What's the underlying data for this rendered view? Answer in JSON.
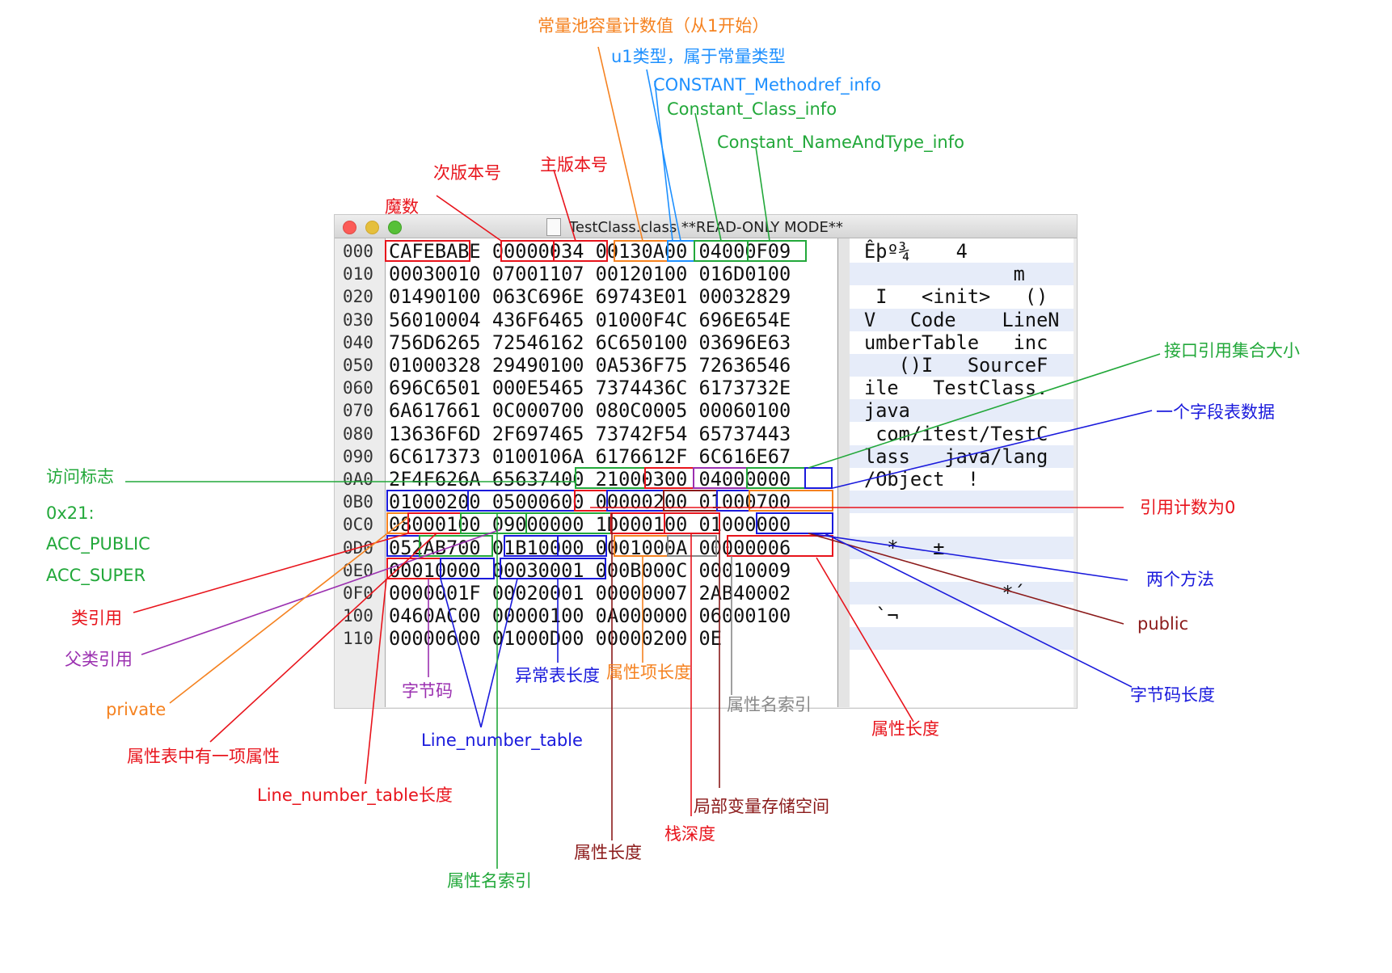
{
  "window": {
    "title": "TestClass.class **READ-ONLY MODE**"
  },
  "rows": [
    {
      "addr": "000",
      "hex": "CAFEBABE 00000034 00130A00 04000F09",
      "ascii": "Êþº¾    4"
    },
    {
      "addr": "010",
      "hex": "00030010 07001107 00120100 016D0100",
      "ascii": "             m"
    },
    {
      "addr": "020",
      "hex": "01490100 063C696E 69743E01 00032829",
      "ascii": " I   <init>   ()"
    },
    {
      "addr": "030",
      "hex": "56010004 436F6465 01000F4C 696E654E",
      "ascii": "V   Code    LineN"
    },
    {
      "addr": "040",
      "hex": "756D6265 72546162 6C650100 03696E63",
      "ascii": "umberTable   inc"
    },
    {
      "addr": "050",
      "hex": "01000328 29490100 0A536F75 72636546",
      "ascii": "   ()I   SourceF"
    },
    {
      "addr": "060",
      "hex": "696C6501 000E5465 7374436C 6173732E",
      "ascii": "ile   TestClass."
    },
    {
      "addr": "070",
      "hex": "6A617661 0C000700 080C0005 00060100",
      "ascii": "java"
    },
    {
      "addr": "080",
      "hex": "13636F6D 2F697465 73742F54 65737443",
      "ascii": " com/itest/TestC"
    },
    {
      "addr": "090",
      "hex": "6C617373 0100106A 6176612F 6C616E67",
      "ascii": "lass   java/lang"
    },
    {
      "addr": "0A0",
      "hex": "2F4F626A 65637400 21000300 04000000",
      "ascii": "/Object  !"
    },
    {
      "addr": "0B0",
      "hex": "01000200 05000600 00000200 01000700",
      "ascii": ""
    },
    {
      "addr": "0C0",
      "hex": "08000100 09000000 1D000100 01000000",
      "ascii": ""
    },
    {
      "addr": "0D0",
      "hex": "052AB700 01B10000 0001000A 00000006",
      "ascii": "  *   ±"
    },
    {
      "addr": "0E0",
      "hex": "00010000 00030001 000B000C 00010009",
      "ascii": ""
    },
    {
      "addr": "0F0",
      "hex": "0000001F 00020001 00000007 2AB40002",
      "ascii": "            *´"
    },
    {
      "addr": "100",
      "hex": "0460AC00 00000100 0A000000 06000100",
      "ascii": " `¬"
    },
    {
      "addr": "110",
      "hex": "00000600 01000D00 00000200 0E",
      "ascii": ""
    }
  ],
  "annotations": {
    "magic": "魔数",
    "minor_version": "次版本号",
    "major_version": "主版本号",
    "cp_count": "常量池容量计数值（从1开始）",
    "u1_type": "u1类型，属于常量类型",
    "methodref": "CONSTANT_Methodref_info",
    "class_info": "Constant_Class_info",
    "name_and_type": "Constant_NameAndType_info",
    "interfaces_count": "接口引用集合大小",
    "field_data": "一个字段表数据",
    "access_flags": "访问标志",
    "access_value": "0x21:",
    "acc_public": "ACC_PUBLIC",
    "acc_super": "ACC_SUPER",
    "ref_count_zero": "引用计数为0",
    "class_ref": "类引用",
    "super_ref": "父类引用",
    "private": "private",
    "attr_table_one": "属性表中有一项属性",
    "lnt_length": "Line_number_table长度",
    "bytecode": "字节码",
    "exception_table_len": "异常表长度",
    "attr_item_len": "属性项长度",
    "attr_name_index_gray": "属性名索引",
    "line_number_table": "Line_number_table",
    "two_methods": "两个方法",
    "public": "public",
    "bytecode_len": "字节码长度",
    "attr_len_right": "属性长度",
    "local_vars": "局部变量存储空间",
    "stack_depth": "栈深度",
    "attr_len_bottom": "属性长度",
    "attr_name_index_green": "属性名索引"
  },
  "colors": {
    "red": "#e8141c",
    "orange": "#f58220",
    "blue": "#1a1adc",
    "lightblue": "#1e90ff",
    "green": "#22a83a",
    "purple": "#9b30b0",
    "darkred": "#8b1a1a",
    "gray": "#888888"
  }
}
